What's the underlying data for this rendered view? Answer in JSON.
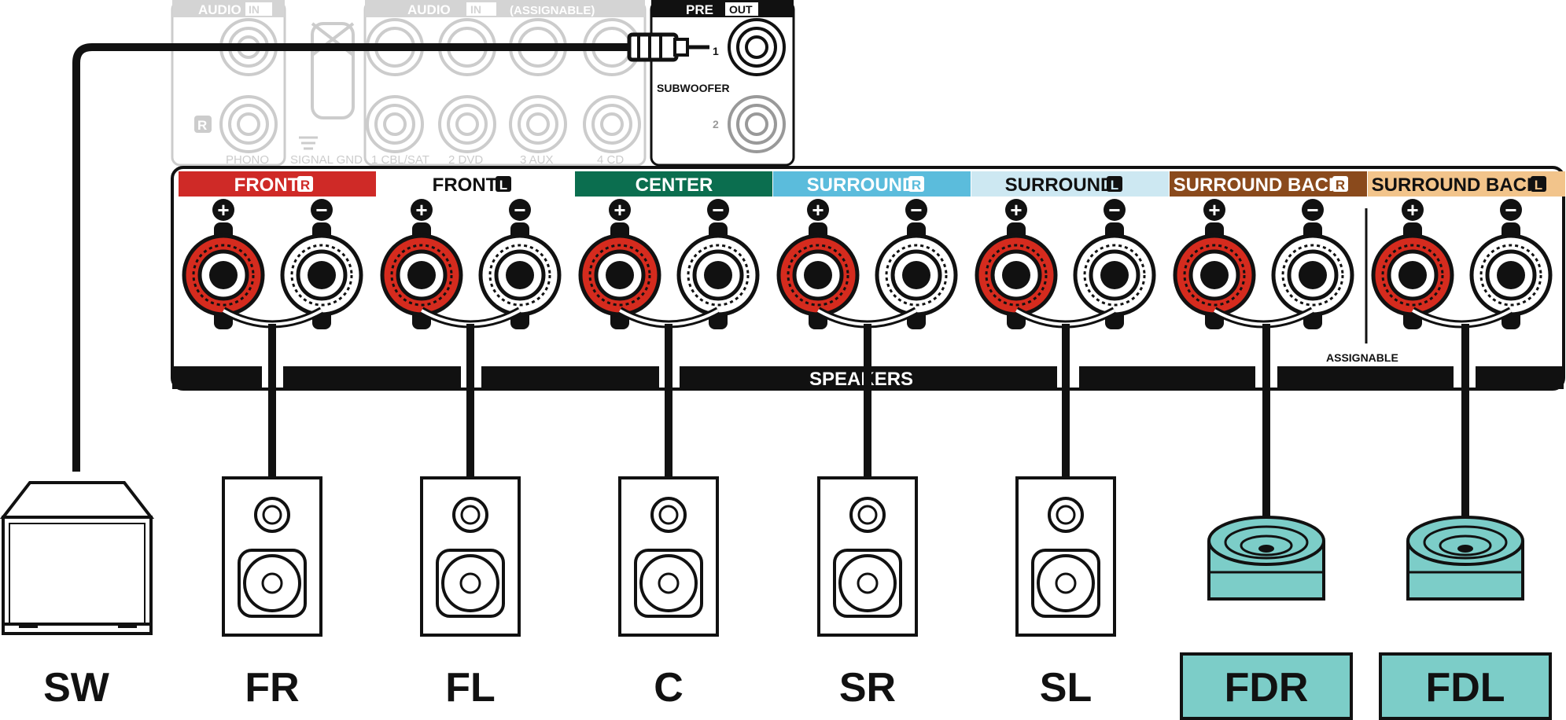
{
  "receiver": {
    "audio_in_left": {
      "label": "AUDIO",
      "badge": "IN",
      "channel_r": "R",
      "jack_label": "PHONO"
    },
    "signal_gnd": {
      "label": "SIGNAL GND"
    },
    "audio_in_assignable": {
      "label": "AUDIO",
      "badge": "IN",
      "note": "(ASSIGNABLE)",
      "jacks": [
        "1 CBL/SAT",
        "2 DVD",
        "3 AUX",
        "4 CD"
      ]
    },
    "pre_out": {
      "label": "PRE",
      "badge": "OUT",
      "subwoofer_label": "SUBWOOFER",
      "jack1": "1",
      "jack2": "2"
    },
    "terminals": [
      {
        "label": "FRONT",
        "side": "R",
        "color": "#cf2a27",
        "text_color": "#ffffff",
        "badge_color": "#cf2a27",
        "plus": "+",
        "minus": "−"
      },
      {
        "label": "FRONT",
        "side": "L",
        "color": "#ffffff",
        "text_color": "#111111",
        "badge_color": "#ffffff",
        "plus": "+",
        "minus": "−"
      },
      {
        "label": "CENTER",
        "side": "",
        "color": "#0b6e4f",
        "text_color": "#ffffff",
        "badge_color": "#0b6e4f",
        "plus": "+",
        "minus": "−"
      },
      {
        "label": "SURROUND",
        "side": "R",
        "color": "#5bbcdc",
        "text_color": "#ffffff",
        "badge_color": "#5bbcdc",
        "plus": "+",
        "minus": "−"
      },
      {
        "label": "SURROUND",
        "side": "L",
        "color": "#cde8f2",
        "text_color": "#111111",
        "badge_color": "#cde8f2",
        "plus": "+",
        "minus": "−"
      },
      {
        "label": "SURROUND BACK",
        "side": "R",
        "color": "#8a4a1c",
        "text_color": "#ffffff",
        "badge_color": "#8a4a1c",
        "plus": "+",
        "minus": "−"
      },
      {
        "label": "SURROUND BACK",
        "side": "L",
        "color": "#f2c48b",
        "text_color": "#111111",
        "badge_color": "#f2c48b",
        "plus": "+",
        "minus": "−"
      }
    ],
    "speakers_label": "SPEAKERS",
    "assignable_label": "ASSIGNABLE"
  },
  "speakers": [
    {
      "code": "SW",
      "type": "subwoofer",
      "highlight": false
    },
    {
      "code": "FR",
      "type": "bookshelf",
      "highlight": false
    },
    {
      "code": "FL",
      "type": "bookshelf",
      "highlight": false
    },
    {
      "code": "C",
      "type": "bookshelf",
      "highlight": false
    },
    {
      "code": "SR",
      "type": "bookshelf",
      "highlight": false
    },
    {
      "code": "SL",
      "type": "bookshelf",
      "highlight": false
    },
    {
      "code": "FDR",
      "type": "height",
      "highlight": true
    },
    {
      "code": "FDL",
      "type": "height",
      "highlight": true
    }
  ],
  "colors": {
    "terminal_red": "#d52b1e",
    "height_speaker_fill": "#7ccdc8",
    "faded_panel": "#cccccc",
    "line": "#111111"
  }
}
